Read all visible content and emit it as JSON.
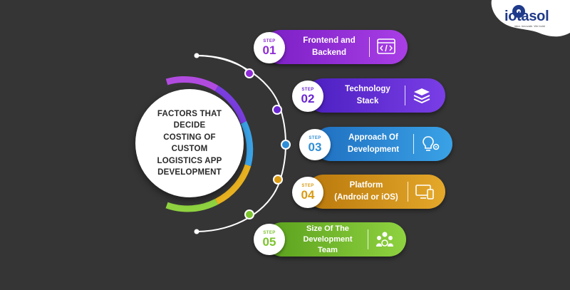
{
  "center": {
    "lines": [
      "FACTORS THAT",
      "DECIDE",
      "COSTING OF",
      "CUSTOM",
      "LOGISTICS APP",
      "DEVELOPMENT"
    ]
  },
  "logo": {
    "name": "iotasol",
    "tagline": "idea. Innovate. We build"
  },
  "steps": [
    {
      "step_label": "STEP",
      "number": "01",
      "lines": [
        "Frontend and",
        "Backend"
      ],
      "color": "#8e2bd6",
      "icon": "code-window-icon"
    },
    {
      "step_label": "STEP",
      "number": "02",
      "lines": [
        "Technology",
        "Stack"
      ],
      "color": "#6a26d2",
      "icon": "layers-icon"
    },
    {
      "step_label": "STEP",
      "number": "03",
      "lines": [
        "Approach Of",
        "Development"
      ],
      "color": "#2f8ed6",
      "icon": "lightbulb-gear-icon"
    },
    {
      "step_label": "STEP",
      "number": "04",
      "lines": [
        "Platform",
        "(Android or iOS)"
      ],
      "color": "#d99a12",
      "icon": "devices-icon"
    },
    {
      "step_label": "STEP",
      "number": "05",
      "lines": [
        "Size Of The",
        "Development",
        "Team"
      ],
      "color": "#7cc42e",
      "icon": "team-icon"
    }
  ]
}
